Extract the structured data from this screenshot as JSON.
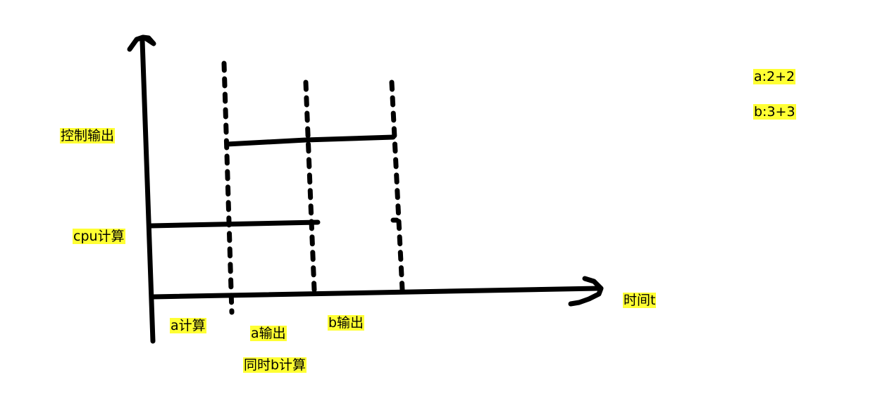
{
  "labels": {
    "control_output": "控制输出",
    "cpu_compute": "cpu计算",
    "time_axis": "时间t",
    "a_compute": "a计算",
    "a_output": "a输出",
    "b_output": "b输出",
    "simultaneous_b_compute": "同时b计算",
    "note_a": "a:2+2",
    "note_b": "b:3+3"
  },
  "colors": {
    "ink": "#000000",
    "highlight": "#ffff33",
    "background": "#ffffff"
  }
}
